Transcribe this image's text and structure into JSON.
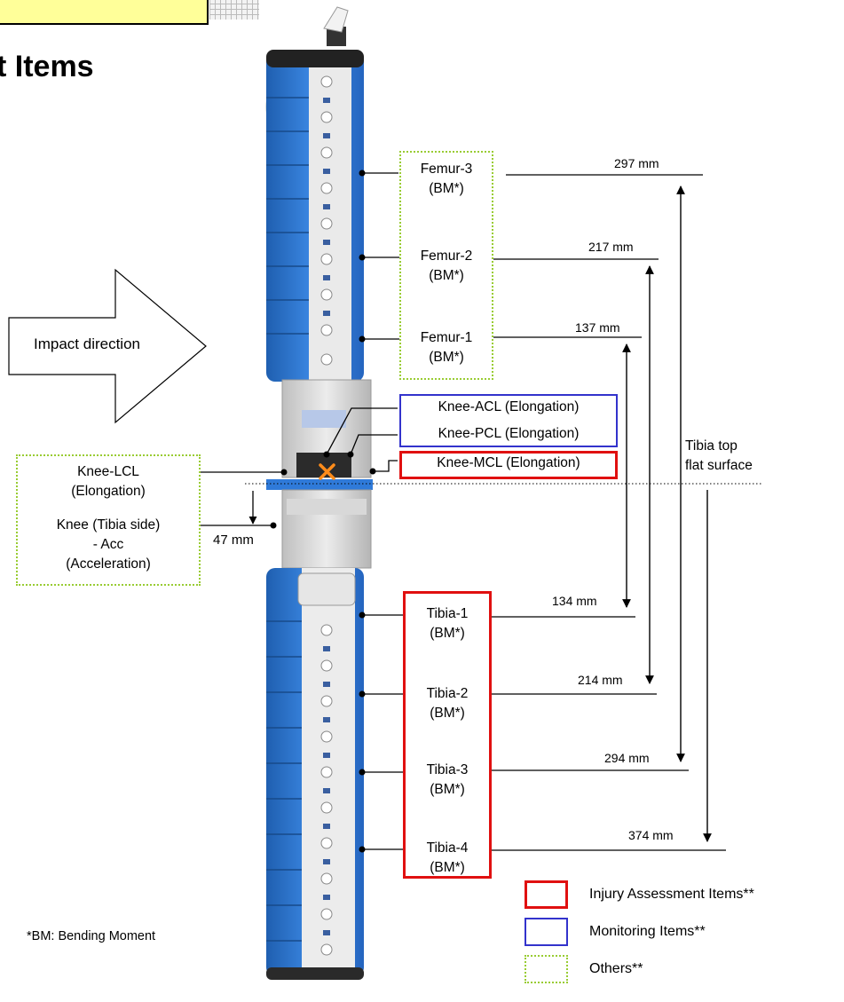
{
  "title": "t Items",
  "impact_label": "Impact direction",
  "femur": [
    {
      "name": "Femur-3",
      "measure": "(BM*)",
      "distance": "297 mm"
    },
    {
      "name": "Femur-2",
      "measure": "(BM*)",
      "distance": "217 mm"
    },
    {
      "name": "Femur-1",
      "measure": "(BM*)",
      "distance": "137 mm"
    }
  ],
  "knee_monitoring": [
    "Knee-ACL (Elongation)",
    "Knee-PCL (Elongation)"
  ],
  "knee_mcl": "Knee-MCL (Elongation)",
  "knee_lcl": [
    "Knee-LCL",
    "(Elongation)"
  ],
  "knee_acc": [
    "Knee (Tibia side)",
    "- Acc",
    "(Acceleration)"
  ],
  "knee_offset": "47 mm",
  "tibia_top": [
    "Tibia top",
    "flat surface"
  ],
  "tibia": [
    {
      "name": "Tibia-1",
      "measure": "(BM*)",
      "distance": "134 mm"
    },
    {
      "name": "Tibia-2",
      "measure": "(BM*)",
      "distance": "214 mm"
    },
    {
      "name": "Tibia-3",
      "measure": "(BM*)",
      "distance": "294 mm"
    },
    {
      "name": "Tibia-4",
      "measure": "(BM*)",
      "distance": "374 mm"
    }
  ],
  "footnote": "*BM: Bending Moment",
  "legend": [
    {
      "label": "Injury Assessment Items**",
      "style": "red-solid",
      "color": "#e01010"
    },
    {
      "label": "Monitoring Items**",
      "style": "blue-solid",
      "color": "#3333cc"
    },
    {
      "label": "Others**",
      "style": "green-dotted",
      "color": "#99cc33"
    }
  ],
  "colors": {
    "skin_blue": "#2f7ad9",
    "marker_orange": "#ff8c1a"
  }
}
